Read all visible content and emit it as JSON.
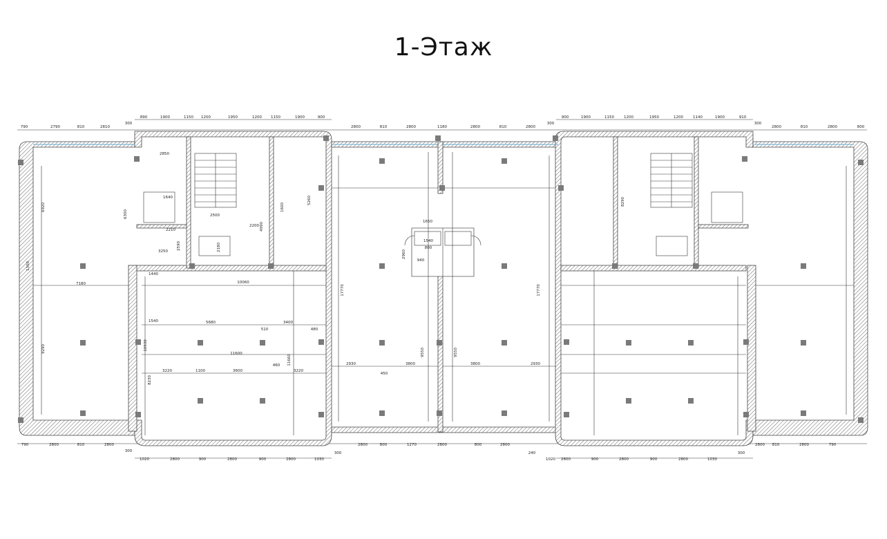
{
  "title": "1-Этаж",
  "dims_top": [
    "790",
    "2790",
    "810",
    "2810",
    "300",
    "890",
    "1900",
    "1150",
    "1200",
    "1950",
    "1200",
    "1150",
    "1900",
    "900",
    "2800",
    "810",
    "2800",
    "1180",
    "2800",
    "810",
    "2800",
    "300",
    "900",
    "1900",
    "1150",
    "1200",
    "1950",
    "1200",
    "1140",
    "1900",
    "910",
    "300",
    "2800",
    "810",
    "2800",
    "800"
  ],
  "dims_bottom": [
    "790",
    "2800",
    "810",
    "2800",
    "300",
    "1020",
    "2800",
    "900",
    "2800",
    "900",
    "2800",
    "1030",
    "300",
    "2800",
    "800",
    "1270",
    "2800",
    "800",
    "2800",
    "240",
    "1020",
    "2800",
    "900",
    "2800",
    "900",
    "2800",
    "1030",
    "300",
    "2800",
    "810",
    "2800",
    "790"
  ],
  "room_dims": [
    "7180",
    "10060",
    "5680",
    "3400",
    "11600",
    "3220",
    "1100",
    "3600",
    "3220",
    "2930",
    "3800",
    "3800",
    "2930",
    "17770",
    "17770",
    "9550",
    "9550",
    "10930",
    "11660",
    "8230",
    "9290",
    "6920",
    "6300",
    "1300",
    "1640",
    "2210",
    "3250",
    "2200",
    "2500",
    "2850",
    "1440",
    "1540",
    "450",
    "460",
    "480",
    "510",
    "1650",
    "1540",
    "940",
    "800",
    "2960",
    "2180",
    "2590",
    "4990",
    "8290",
    "1600",
    "5260"
  ],
  "colors": {
    "wall": "#444444",
    "column": "#7a7a7a",
    "glass": "#7fb6d6"
  }
}
